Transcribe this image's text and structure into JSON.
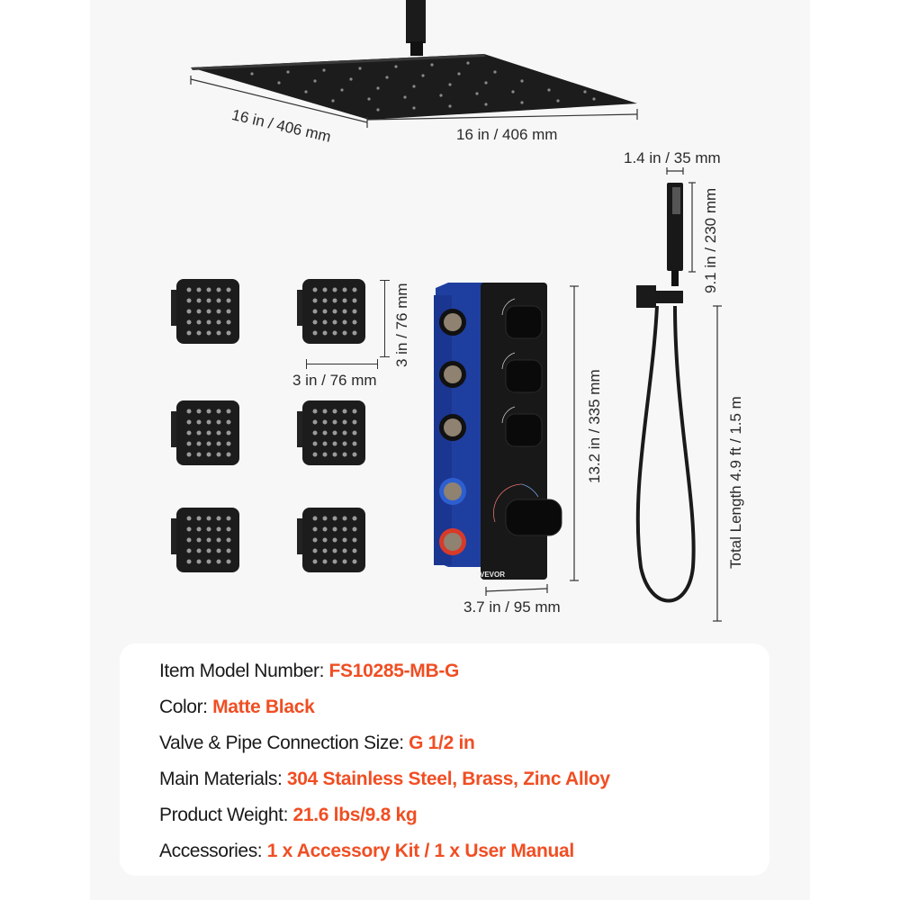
{
  "colors": {
    "accent": "#f04e23",
    "text": "#1a1a1a",
    "panel_bg": "#f7f7f7",
    "card_bg": "#ffffff",
    "valve_blue": "#1f3fa0",
    "product_black": "#151515"
  },
  "dimensions": {
    "rain_head_depth": "16 in / 406 mm",
    "rain_head_width": "16 in / 406 mm",
    "handheld_width": "1.4 in / 35 mm",
    "handheld_length": "9.1 in / 230 mm",
    "hose_length": "Total Length 4.9 ft / 1.5 m",
    "jet_height": "3 in / 76 mm",
    "jet_width": "3 in / 76 mm",
    "valve_height": "13.2 in / 335 mm",
    "valve_width": "3.7 in / 95 mm"
  },
  "valve": {
    "brand": "VEVOR"
  },
  "specs": [
    {
      "label": "Item Model Number: ",
      "value": "FS10285-MB-G"
    },
    {
      "label": "Color: ",
      "value": "Matte Black"
    },
    {
      "label": "Valve & Pipe Connection Size: ",
      "value": "G 1/2 in"
    },
    {
      "label": "Main Materials: ",
      "value": "304 Stainless Steel, Brass, Zinc Alloy"
    },
    {
      "label": "Product Weight: ",
      "value": "21.6 lbs/9.8 kg"
    },
    {
      "label": "Accessories: ",
      "value": "1 x Accessory Kit / 1 x User Manual"
    }
  ]
}
